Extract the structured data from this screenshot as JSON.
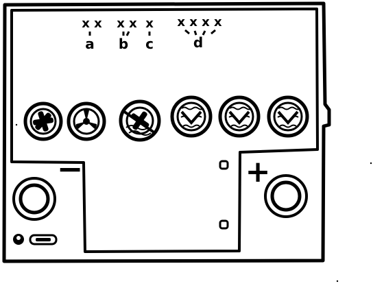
{
  "labels": {
    "group_a": {
      "marks": "x x",
      "letter": "a"
    },
    "group_b": {
      "marks": "x x",
      "letter": "b"
    },
    "group_c": {
      "marks": "x",
      "letter": "c"
    },
    "group_d": {
      "marks": "x x x x",
      "letter": "d"
    }
  },
  "terminals": {
    "negative_symbol": "−",
    "positive_symbol": "+"
  },
  "cells": [
    {
      "state": "plug-x"
    },
    {
      "state": "plug-propeller"
    },
    {
      "state": "plug-crossed-out"
    },
    {
      "state": "indicator-check"
    },
    {
      "state": "indicator-check"
    },
    {
      "state": "indicator-check"
    }
  ],
  "colors": {
    "ink": "#000000",
    "paper": "#ffffff"
  }
}
